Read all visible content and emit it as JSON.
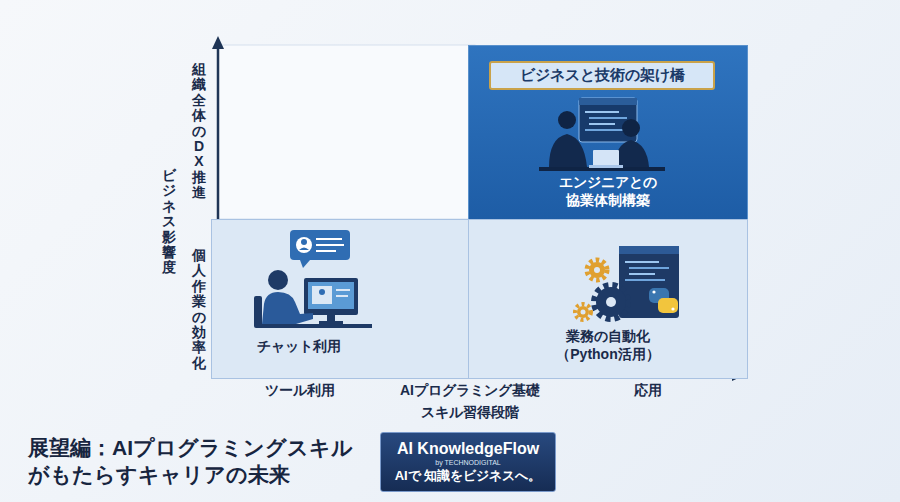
{
  "diagram": {
    "title": "展望編：AIプログラミングスキル がもたらすキャリアの未来",
    "nodes": [
      {
        "text": [
          "エンジニアとの 協業体制構築"
        ]
      },
      {
        "text": [
          "ビジネスと技術の架け橋"
        ],
        "in": 0
      },
      {
        "text": [
          "チャット利用"
        ]
      },
      {
        "text": [
          "業務の自動化 （Python活用）"
        ]
      },
      {
        "text": [
          "AI KnowledgeFlow",
          "by TECHNODIGITAL",
          "AIで 知識をビジネスへ。"
        ]
      }
    ],
    "labels": [
      "ビジネス影響度",
      "組織全体のDX推進",
      "個人作業の効率化",
      "ツール利用",
      "AIプログラミング基礎",
      "応用",
      "スキル習得段階"
    ]
  }
}
